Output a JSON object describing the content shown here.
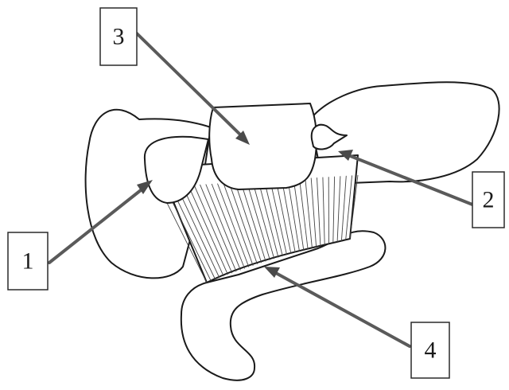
{
  "labels": {
    "one": "1",
    "two": "2",
    "three": "3",
    "four": "4"
  },
  "colors": {
    "line": "#1a1a1a",
    "arrow": "#5a5a5a",
    "background": "#ffffff"
  }
}
